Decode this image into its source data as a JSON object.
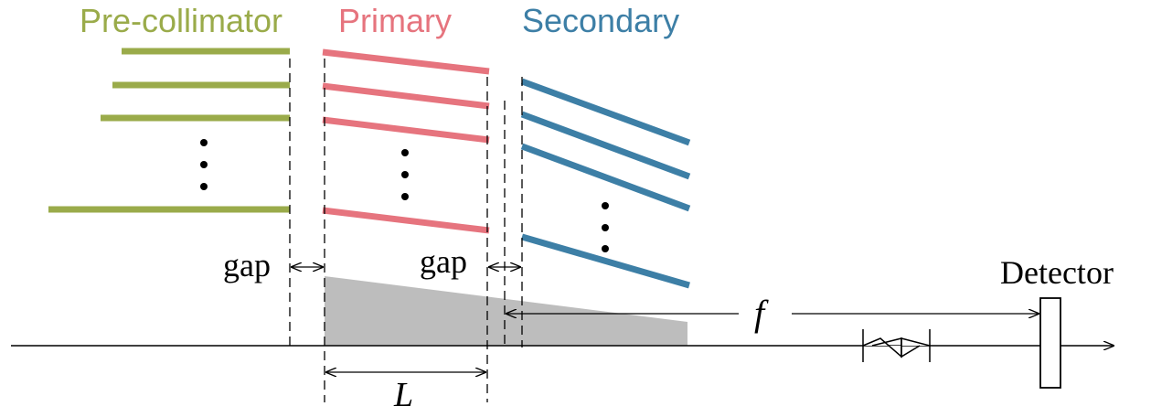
{
  "labels": {
    "pre_collimator": "Pre-collimator",
    "primary": "Primary",
    "secondary": "Secondary",
    "gap_left": "gap",
    "gap_right": "gap",
    "length": "L",
    "focal": "f",
    "detector": "Detector"
  },
  "colors": {
    "pre_collimator": "#9aab4a",
    "primary": "#e6747e",
    "secondary": "#3d7fa6",
    "shade": "#bdbdbd",
    "line": "#000000"
  },
  "icons": {
    "ellipsis": "vertical-dots",
    "axis_break": "break-symbol",
    "arrow": "double-arrow"
  }
}
